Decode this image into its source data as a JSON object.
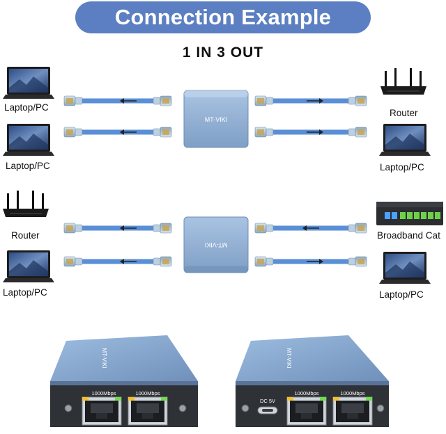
{
  "banner": {
    "title": "Connection Example"
  },
  "subtitle": "1 IN 3 OUT",
  "brand": "MT-VIKI",
  "labels": {
    "left_top_1": "Laptop/PC",
    "left_top_2": "Laptop/PC",
    "right_top_1": "Router",
    "right_top_2": "Laptop/PC",
    "left_bottom_1": "Router",
    "left_bottom_2": "Laptop/PC",
    "right_bottom_1": "Broadband Cat",
    "right_bottom_2": "Laptop/PC"
  },
  "products": {
    "left": {
      "port1": "1000Mbps",
      "port2": "1000Mbps"
    },
    "right": {
      "power": "DC 5V",
      "port1": "1000Mbps",
      "port2": "1000Mbps"
    }
  },
  "colors": {
    "banner": "#5b7fc2",
    "cable": "#5a8fd6",
    "connector": "#a8c2d8",
    "device": "#8fb0d6",
    "port_led_green": "#6fe04a",
    "port_led_yellow": "#f2c12e"
  }
}
